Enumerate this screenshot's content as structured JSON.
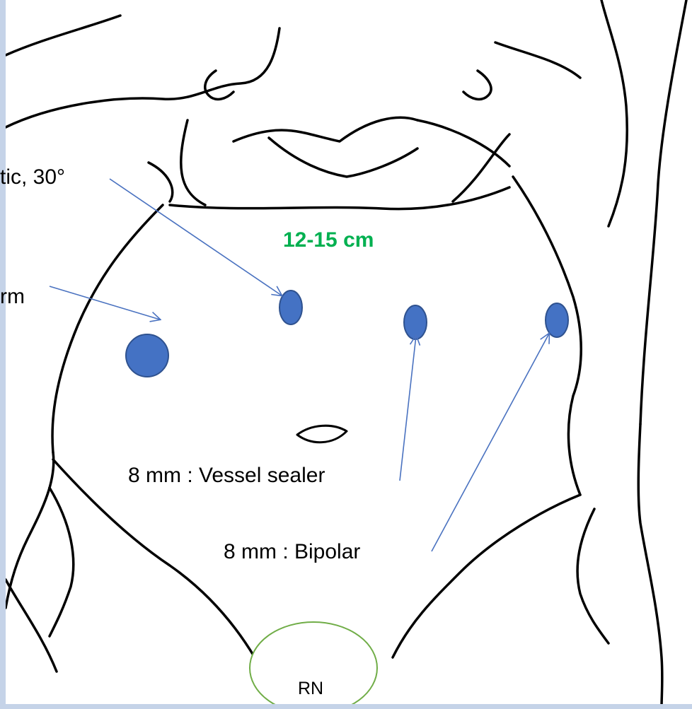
{
  "labels": {
    "camera": "tic, 30°",
    "arm": "rm",
    "distance": "12-15 cm",
    "vessel_sealer": "8 mm : Vessel sealer",
    "bipolar": "8 mm : Bipolar",
    "rn": "RN"
  },
  "colors": {
    "port_fill": "#4472c4",
    "port_stroke": "#2f528f",
    "arrow": "#4a72c0",
    "distance_text": "#00b050",
    "rn_stroke": "#70ad47",
    "outline": "#000000"
  },
  "icons": {
    "ports": "filled-ellipse",
    "arrows": "open-arrowhead-line"
  }
}
